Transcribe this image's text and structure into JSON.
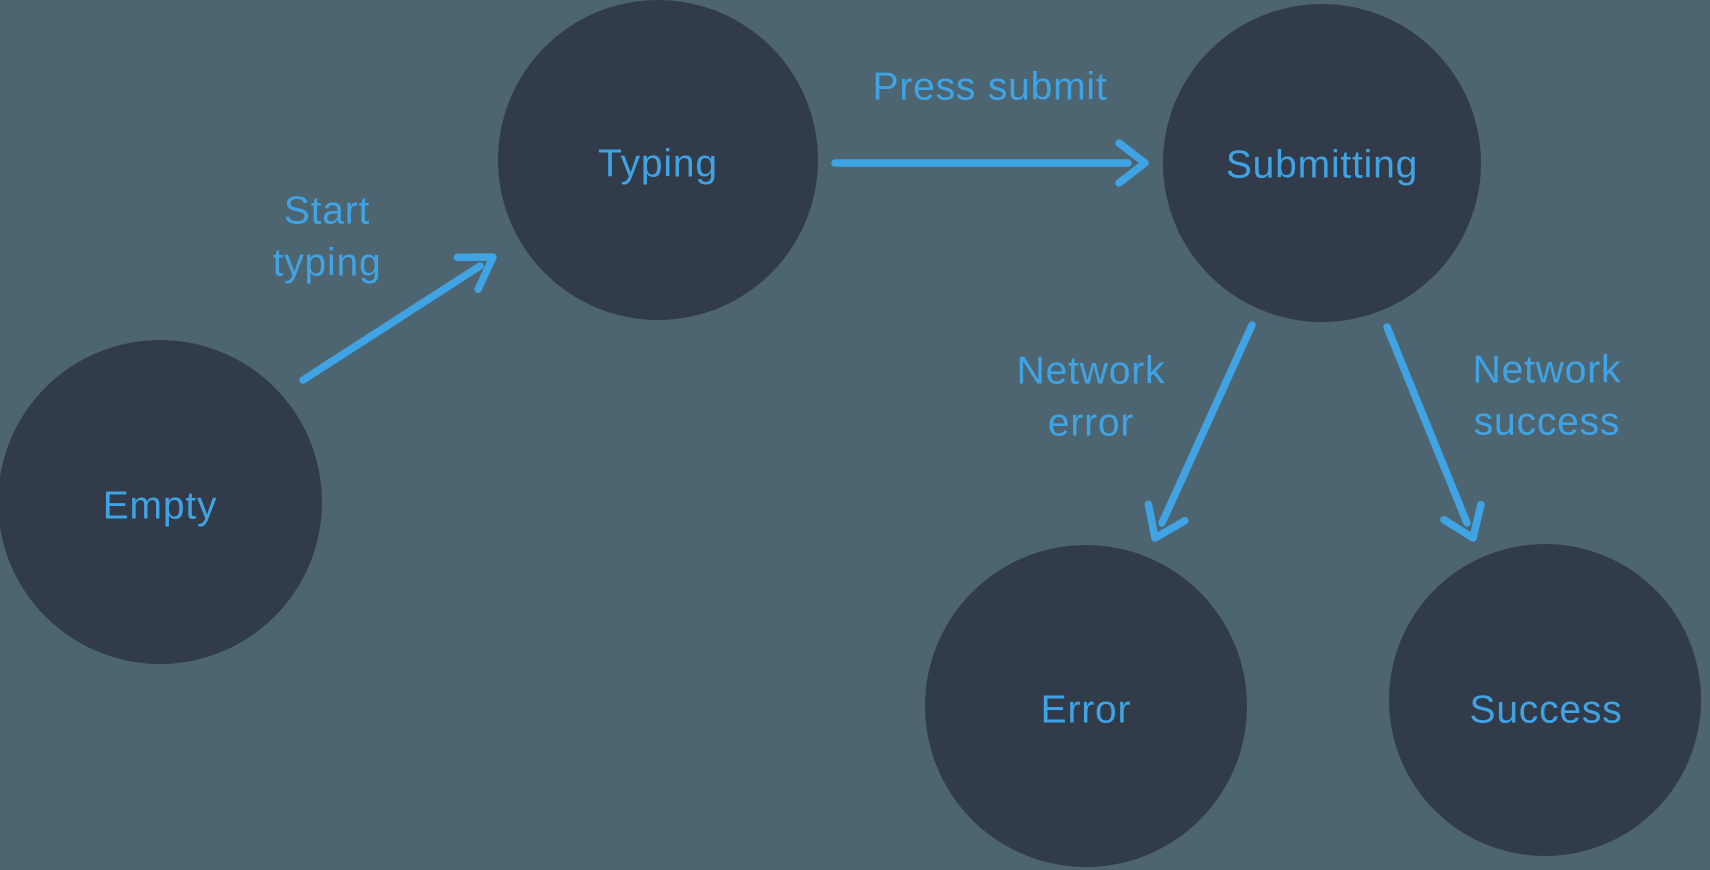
{
  "diagram": {
    "kind": "state-machine",
    "colors": {
      "background": "#4d6570",
      "node_fill": "#313b49",
      "accent_blue": "#40a3e4"
    },
    "nodes": [
      {
        "id": "empty",
        "label": "Empty"
      },
      {
        "id": "typing",
        "label": "Typing"
      },
      {
        "id": "submitting",
        "label": "Submitting"
      },
      {
        "id": "error",
        "label": "Error"
      },
      {
        "id": "success",
        "label": "Success"
      }
    ],
    "edges": [
      {
        "from": "empty",
        "to": "typing",
        "label": "Start typing",
        "lines": [
          "Start",
          "typing"
        ]
      },
      {
        "from": "typing",
        "to": "submitting",
        "label": "Press submit",
        "lines": [
          "Press submit"
        ]
      },
      {
        "from": "submitting",
        "to": "error",
        "label": "Network error",
        "lines": [
          "Network",
          "error"
        ]
      },
      {
        "from": "submitting",
        "to": "success",
        "label": "Network success",
        "lines": [
          "Network",
          "success"
        ]
      }
    ]
  }
}
